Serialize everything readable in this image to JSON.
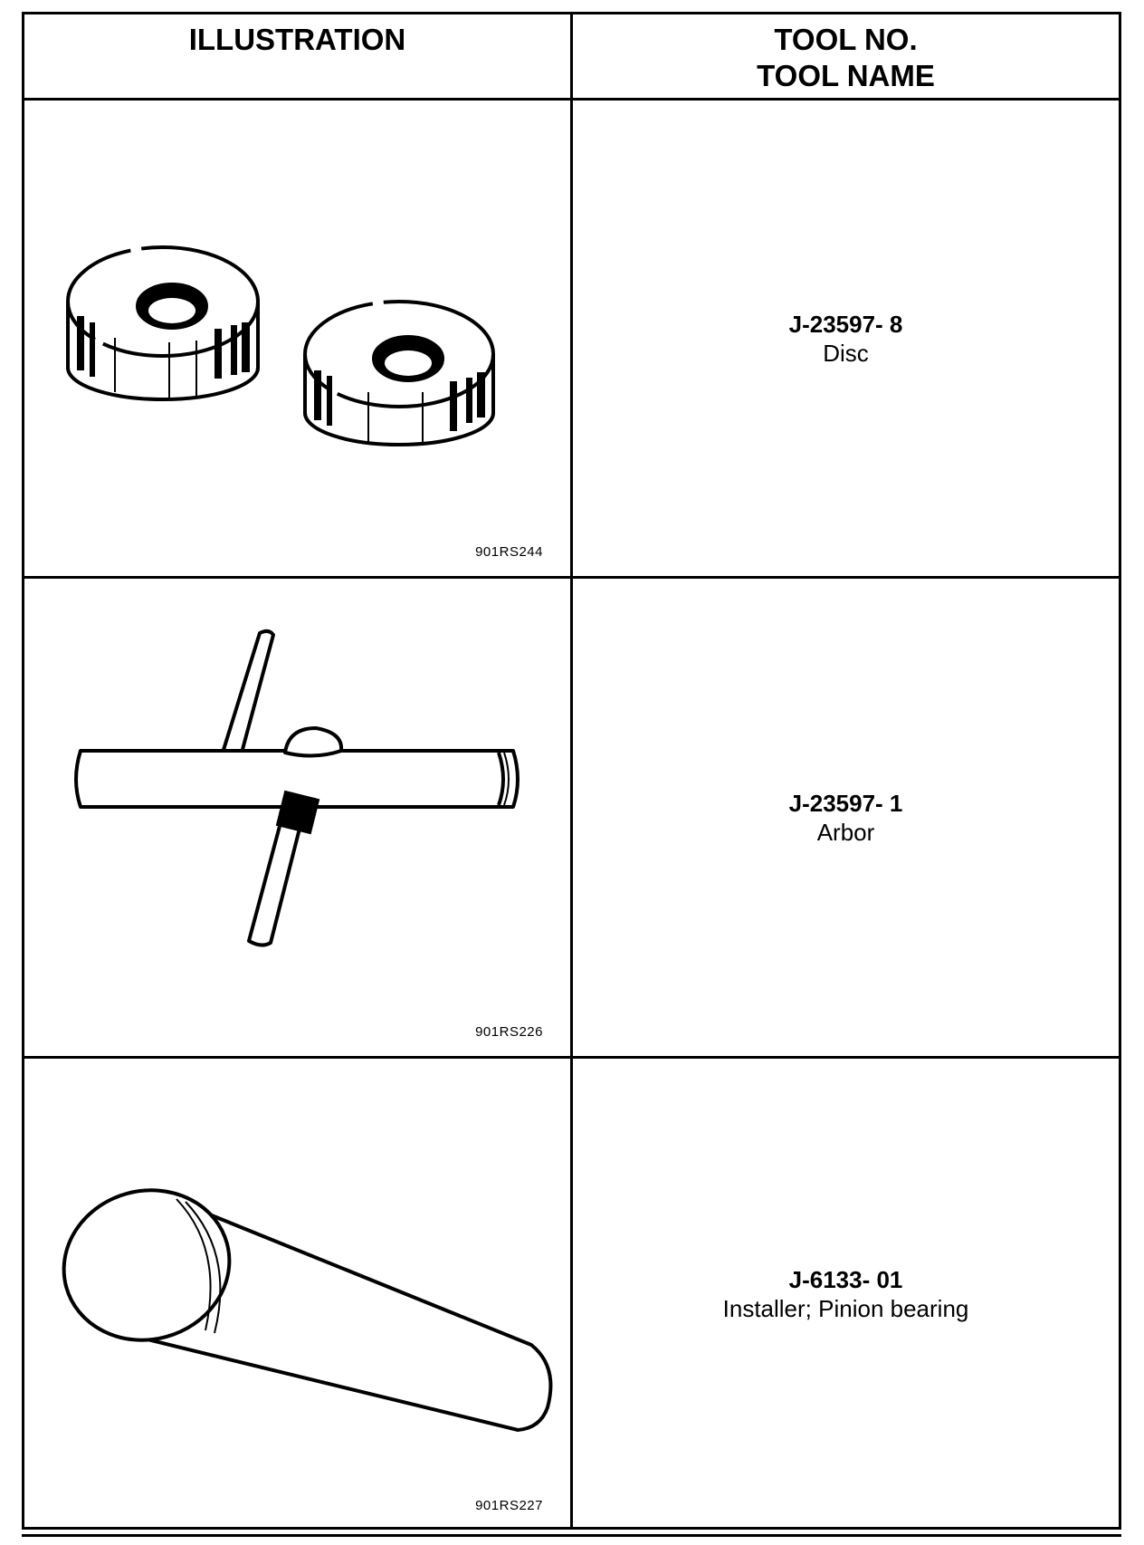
{
  "header": {
    "illustration": "ILLUSTRATION",
    "tool_no": "TOOL NO.",
    "tool_name": "TOOL NAME"
  },
  "rows": [
    {
      "tool_no": "J-23597- 8",
      "tool_name": "Disc",
      "ref": "901RS244",
      "icon": "disc-pair"
    },
    {
      "tool_no": "J-23597- 1",
      "tool_name": "Arbor",
      "ref": "901RS226",
      "icon": "arbor"
    },
    {
      "tool_no": "J-6133- 01",
      "tool_name": "Installer; Pinion bearing",
      "ref": "901RS227",
      "icon": "installer"
    }
  ]
}
